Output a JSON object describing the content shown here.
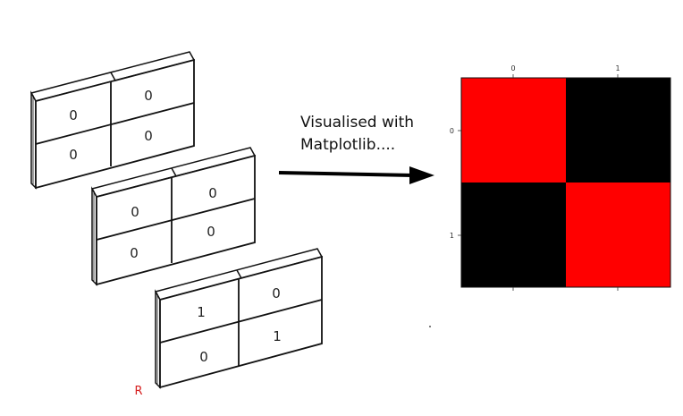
{
  "matrices": [
    {
      "values": [
        [
          "0",
          "0"
        ],
        [
          "0",
          "0"
        ]
      ]
    },
    {
      "values": [
        [
          "0",
          "0"
        ],
        [
          "0",
          "0"
        ]
      ]
    },
    {
      "values": [
        [
          "1",
          "0"
        ],
        [
          "0",
          "1"
        ]
      ]
    }
  ],
  "channel_label": "R",
  "caption": {
    "line1": "Visualised with",
    "line2": "Matplotlib...."
  },
  "heatmap": {
    "x_ticks": [
      "0",
      "1"
    ],
    "y_ticks": [
      "0",
      "1"
    ],
    "cells": [
      [
        "#ff0000",
        "#000000"
      ],
      [
        "#000000",
        "#ff0000"
      ]
    ]
  },
  "colors": {
    "red_channel_label": "#d62020",
    "arrow": "#000000"
  }
}
